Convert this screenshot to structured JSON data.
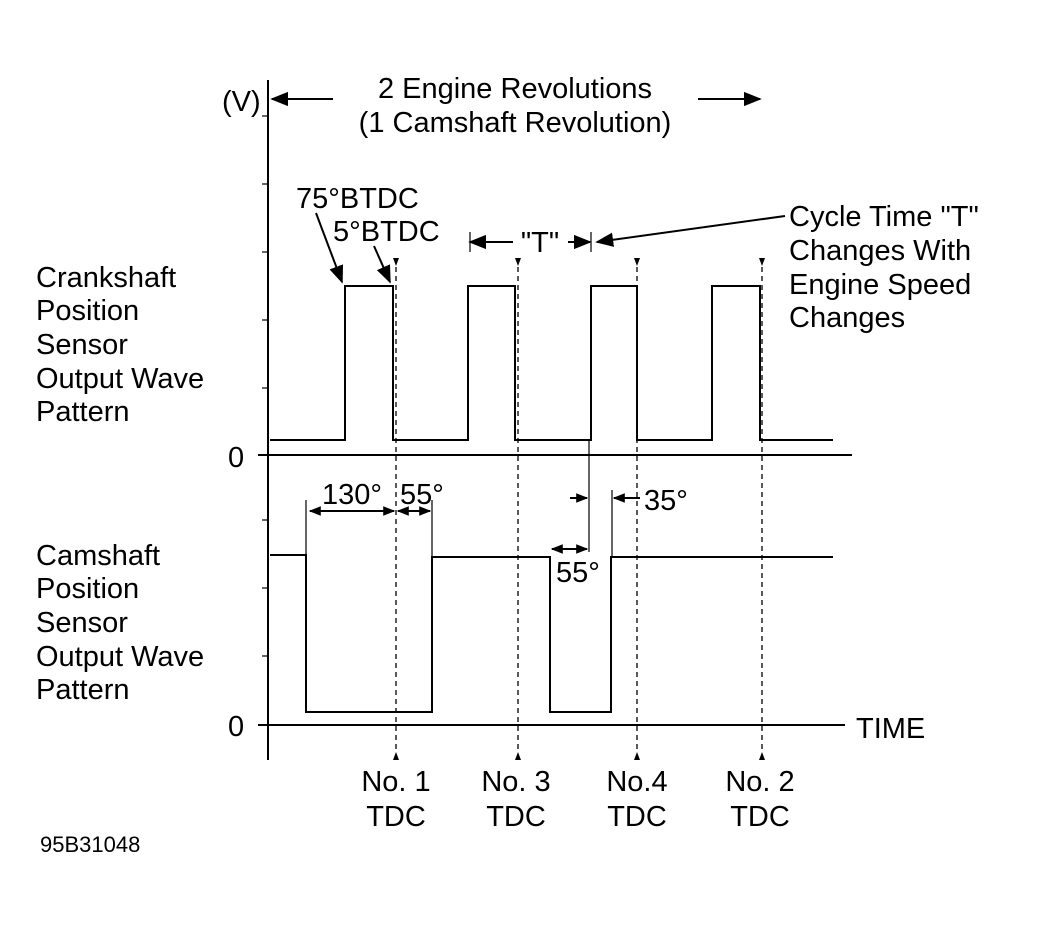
{
  "title": {
    "line1": "2 Engine Revolutions",
    "line2": "(1 Camshaft Revolution)"
  },
  "axis": {
    "y_unit": "(V)",
    "crank_zero": "0",
    "cam_zero": "0",
    "x_label": "TIME"
  },
  "crank_label": [
    "Crankshaft",
    "Position",
    "Sensor",
    "Output Wave",
    "Pattern"
  ],
  "cam_label": [
    "Camshaft",
    "Position",
    "Sensor",
    "Output Wave",
    "Pattern"
  ],
  "annotations": {
    "btdc75": "75°BTDC",
    "btdc5": "5°BTDC",
    "cycle_t": "\"T\"",
    "note": [
      "Cycle Time \"T\"",
      "Changes With",
      "Engine Speed",
      "Changes"
    ],
    "deg130": "130°",
    "deg55a": "55°",
    "deg35": "35°",
    "deg55b": "55°"
  },
  "tdc_markers": [
    {
      "line1": "No. 1",
      "line2": "TDC"
    },
    {
      "line1": "No. 3",
      "line2": "TDC"
    },
    {
      "line1": "No.4",
      "line2": "TDC"
    },
    {
      "line1": "No. 2",
      "line2": "TDC"
    }
  ],
  "figure_id": "95B31048"
}
